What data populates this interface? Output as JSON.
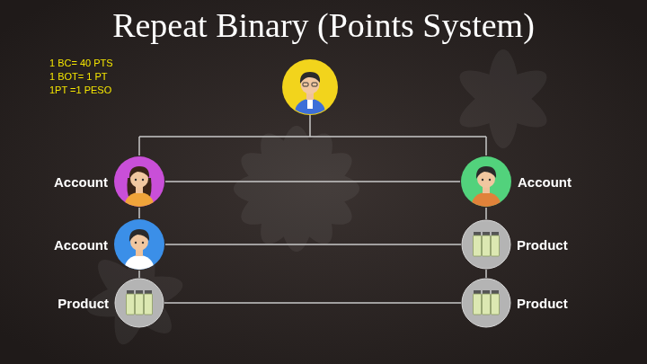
{
  "diagram": {
    "title": "Repeat Binary (Points System)",
    "nodes": [
      {
        "text": [
          "Account"
        ]
      },
      {
        "text": [
          "Account"
        ]
      },
      {
        "text": [
          "Account"
        ]
      },
      {
        "text": [
          "Product"
        ]
      },
      {
        "text": [
          "Product"
        ]
      },
      {
        "text": [
          "Product"
        ]
      }
    ],
    "edges": [
      {
        "from": 0,
        "to": 1,
        "arrow": "none"
      },
      {
        "from": 0,
        "to": 2,
        "arrow": "none"
      },
      {
        "from": 1,
        "to": 3,
        "arrow": "none"
      },
      {
        "from": 2,
        "to": 3,
        "arrow": "none"
      },
      {
        "from": 2,
        "to": 4,
        "arrow": "none"
      },
      {
        "from": 3,
        "to": 5,
        "arrow": "none"
      },
      {
        "from": 4,
        "to": 5,
        "arrow": "none"
      }
    ],
    "labels": [
      "1 BC= 40 PTS",
      "1 BOT= 1 PT",
      "1PT =1 PESO"
    ]
  }
}
